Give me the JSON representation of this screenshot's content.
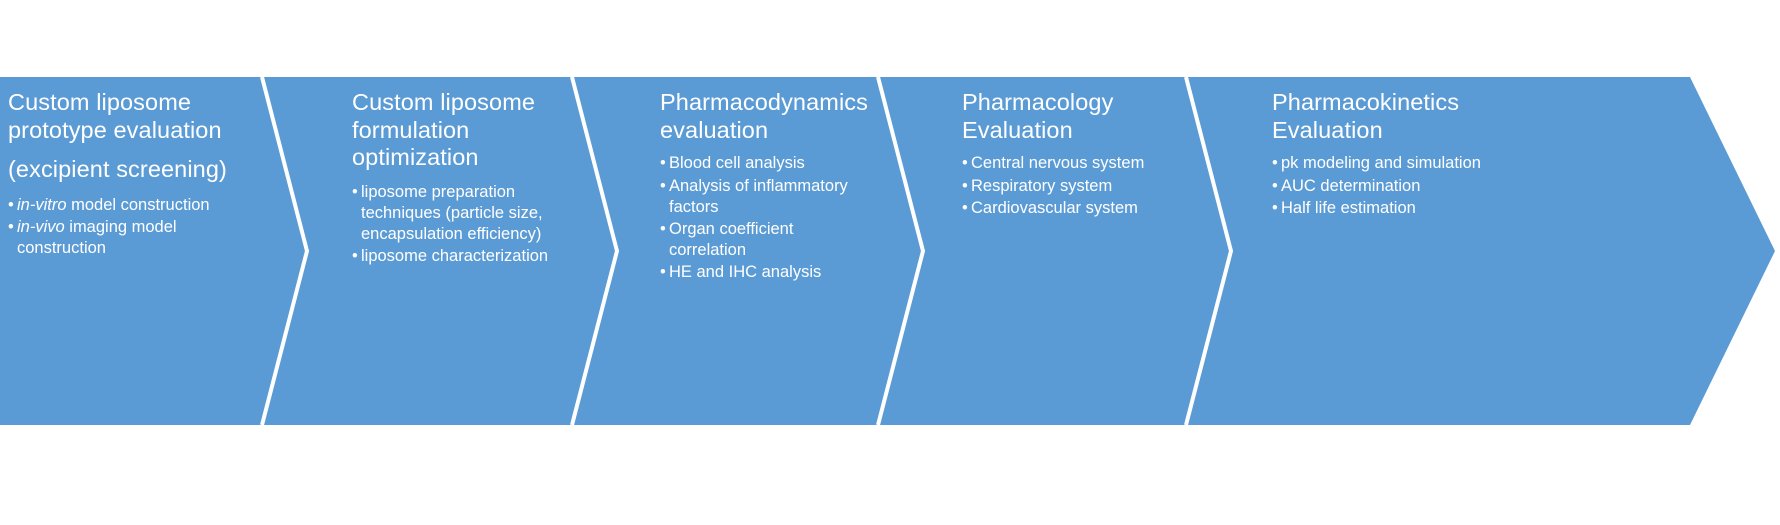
{
  "diagram": {
    "type": "process-chevron",
    "accent_color": "#5B9BD5",
    "text_color": "#FFFFFF",
    "divider_color": "#FFFFFF",
    "background_color": "#FFFFFF",
    "stage_count": 5
  },
  "stages": [
    {
      "id": "stage-1",
      "title_lines": [
        "Custom liposome",
        "prototype evaluation",
        "(excipient screening)"
      ],
      "title_gap_before_line_index": 2,
      "bullets": [
        {
          "italic_lead": "in-vitro",
          "rest": " model construction"
        },
        {
          "italic_lead": "in-vivo",
          "rest": " imaging model construction"
        }
      ]
    },
    {
      "id": "stage-2",
      "title_lines": [
        "Custom liposome",
        "formulation",
        "optimization"
      ],
      "title_gap_before_line_index": -1,
      "bullets": [
        {
          "italic_lead": "",
          "rest": "liposome preparation techniques (particle size, encapsulation efficiency)"
        },
        {
          "italic_lead": "",
          "rest": "liposome characterization"
        }
      ]
    },
    {
      "id": "stage-3",
      "title_lines": [
        "Pharmacodynamics",
        "evaluation"
      ],
      "title_gap_before_line_index": -1,
      "bullets": [
        {
          "italic_lead": "",
          "rest": "Blood cell analysis"
        },
        {
          "italic_lead": "",
          "rest": "Analysis of inflammatory factors"
        },
        {
          "italic_lead": "",
          "rest": "Organ coefficient correlation"
        },
        {
          "italic_lead": "",
          "rest": "HE and IHC analysis"
        }
      ]
    },
    {
      "id": "stage-4",
      "title_lines": [
        "Pharmacology",
        "Evaluation"
      ],
      "title_gap_before_line_index": -1,
      "bullets": [
        {
          "italic_lead": "",
          "rest": "Central nervous system"
        },
        {
          "italic_lead": "",
          "rest": "Respiratory system"
        },
        {
          "italic_lead": "",
          "rest": "Cardiovascular system"
        }
      ]
    },
    {
      "id": "stage-5",
      "title_lines": [
        "Pharmacokinetics",
        "Evaluation"
      ],
      "title_gap_before_line_index": -1,
      "bullets": [
        {
          "italic_lead": "",
          "rest": "pk modeling and simulation"
        },
        {
          "italic_lead": "",
          "rest": "AUC determination"
        },
        {
          "italic_lead": "",
          "rest": "Half life estimation"
        }
      ]
    }
  ]
}
